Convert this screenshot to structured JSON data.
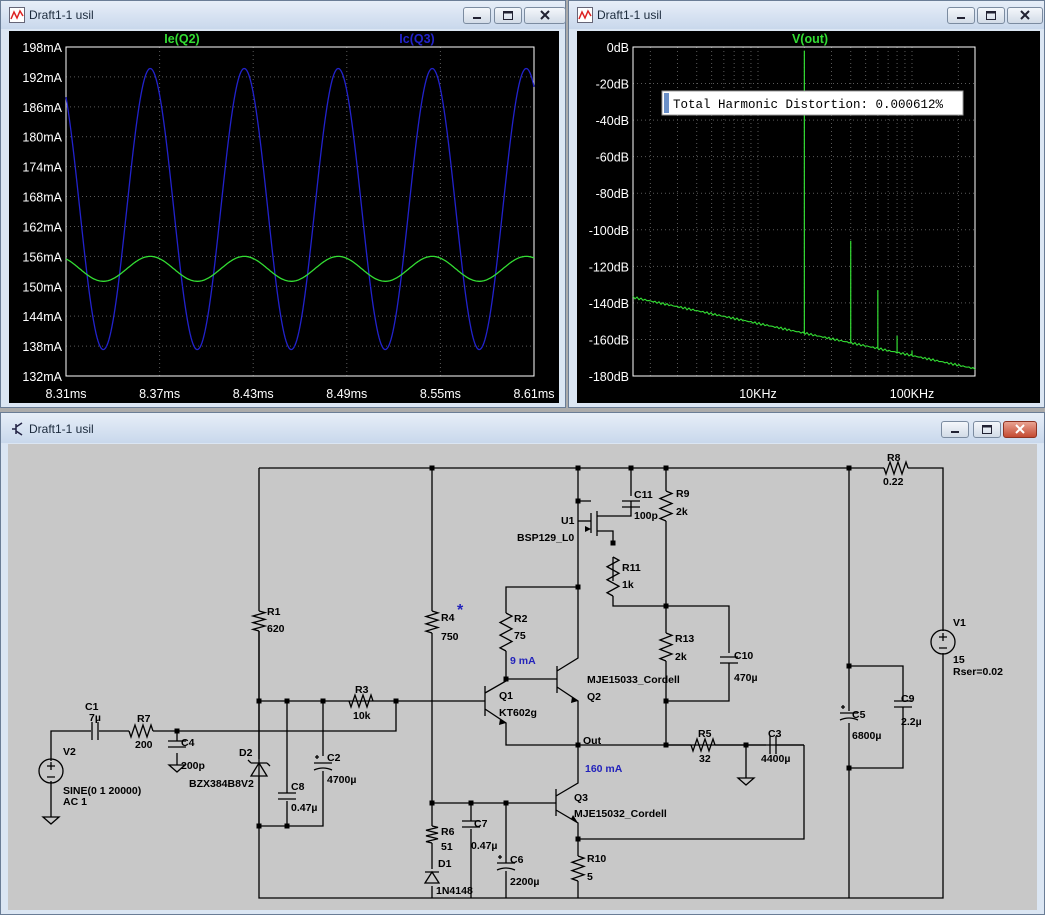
{
  "windows": {
    "transient": {
      "title": "Draft1-1 usil",
      "traces": [
        {
          "name": "Ie(Q2)",
          "color": "#33dd33"
        },
        {
          "name": "Ic(Q3)",
          "color": "#2222cc"
        }
      ],
      "y_ticks": [
        "198mA",
        "192mA",
        "186mA",
        "180mA",
        "174mA",
        "168mA",
        "162mA",
        "156mA",
        "150mA",
        "144mA",
        "138mA",
        "132mA"
      ],
      "x_ticks": [
        "8.31ms",
        "8.37ms",
        "8.43ms",
        "8.49ms",
        "8.55ms",
        "8.61ms"
      ]
    },
    "fft": {
      "title": "Draft1-1 usil",
      "trace": {
        "name": "V(out)",
        "color": "#33dd33"
      },
      "y_ticks": [
        "0dB",
        "-20dB",
        "-40dB",
        "-60dB",
        "-80dB",
        "-100dB",
        "-120dB",
        "-140dB",
        "-160dB",
        "-180dB"
      ],
      "x_ticks": [
        "10KHz",
        "100KHz"
      ],
      "annotation": "Total Harmonic Distortion: 0.000612%"
    },
    "schematic": {
      "title": "Draft1-1 usil",
      "components": {
        "C1": {
          "name": "C1",
          "value": "7µ"
        },
        "R7": {
          "name": "R7",
          "value": "200"
        },
        "C4": {
          "name": "C4",
          "value": "200p"
        },
        "V2": {
          "name": "V2",
          "value": "SINE(0 1 20000)",
          "ac": "AC 1"
        },
        "R1": {
          "name": "R1",
          "value": "620"
        },
        "D2": {
          "name": "D2",
          "value": "BZX384B8V2"
        },
        "C8": {
          "name": "C8",
          "value": "0.47µ"
        },
        "C2": {
          "name": "C2",
          "value": "4700µ"
        },
        "R3": {
          "name": "R3",
          "value": "10k"
        },
        "R4": {
          "name": "R4",
          "value": "750"
        },
        "R6": {
          "name": "R6",
          "value": "51"
        },
        "D1": {
          "name": "D1",
          "value": "1N4148"
        },
        "C7": {
          "name": "C7",
          "value": "0.47µ"
        },
        "C6": {
          "name": "C6",
          "value": "2200µ"
        },
        "R2": {
          "name": "R2",
          "value": "75"
        },
        "Q1": {
          "name": "Q1",
          "value": "KT602g"
        },
        "Q2": {
          "name": "Q2",
          "value": "MJE15033_Cordell"
        },
        "Q3": {
          "name": "Q3",
          "value": "MJE15032_Cordell"
        },
        "U1": {
          "name": "U1",
          "value": "BSP129_L0"
        },
        "C11": {
          "name": "C11",
          "value": "100p"
        },
        "R9": {
          "name": "R9",
          "value": "2k"
        },
        "R11": {
          "name": "R11",
          "value": "1k"
        },
        "R13": {
          "name": "R13",
          "value": "2k"
        },
        "C10": {
          "name": "C10",
          "value": "470µ"
        },
        "R5": {
          "name": "R5",
          "value": "32"
        },
        "C3": {
          "name": "C3",
          "value": "4400µ"
        },
        "R10": {
          "name": "R10",
          "value": "5"
        },
        "R8": {
          "name": "R8",
          "value": "0.22"
        },
        "C5": {
          "name": "C5",
          "value": "6800µ"
        },
        "C9": {
          "name": "C9",
          "value": "2.2µ"
        },
        "V1": {
          "name": "V1",
          "value": "15",
          "extra": "Rser=0.02"
        }
      },
      "net_out": "Out",
      "current_q1": "9 mA",
      "current_q3": "160 mA",
      "star": "*"
    }
  }
}
